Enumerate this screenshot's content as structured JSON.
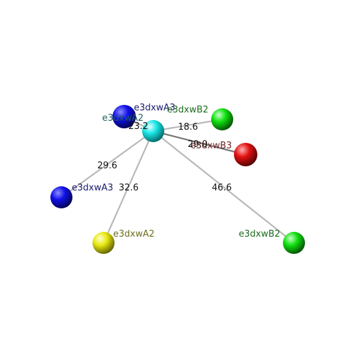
{
  "colors": {
    "cyan": "#19e6e6",
    "blue": "#1010e8",
    "green": "#10e010",
    "red": "#e01010",
    "yellow": "#e8e810",
    "label_navy": "#1a1a6e",
    "label_teal": "#1f5f5f",
    "label_green": "#1e6b1e",
    "label_maroon": "#6b1e1e",
    "label_olive": "#6e6e1e",
    "bond": "#b8b8b8",
    "bond_dark": "#777777",
    "distance_text": "#111111"
  },
  "atoms": [
    {
      "id": "center",
      "color": "cyan",
      "label": ""
    },
    {
      "id": "blue_top",
      "color": "blue",
      "label": "e3dxwA3",
      "label2": "e3dxwA2"
    },
    {
      "id": "green_top",
      "color": "green",
      "label": "e3dxwB2"
    },
    {
      "id": "red",
      "color": "red",
      "label": "e3dxwB3"
    },
    {
      "id": "blue_left",
      "color": "blue",
      "label": "e3dxwA3"
    },
    {
      "id": "yellow",
      "color": "yellow",
      "label": "e3dxwA2"
    },
    {
      "id": "green_bottom",
      "color": "green",
      "label": "e3dxwB2"
    }
  ],
  "distances": [
    {
      "to": "blue_top",
      "value": "23.2"
    },
    {
      "to": "green_top",
      "value": "18.6"
    },
    {
      "to": "red",
      "value": "29.0"
    },
    {
      "to": "blue_left",
      "value": "29.6"
    },
    {
      "to": "yellow",
      "value": "32.6"
    },
    {
      "to": "green_bottom",
      "value": "46.6"
    }
  ]
}
